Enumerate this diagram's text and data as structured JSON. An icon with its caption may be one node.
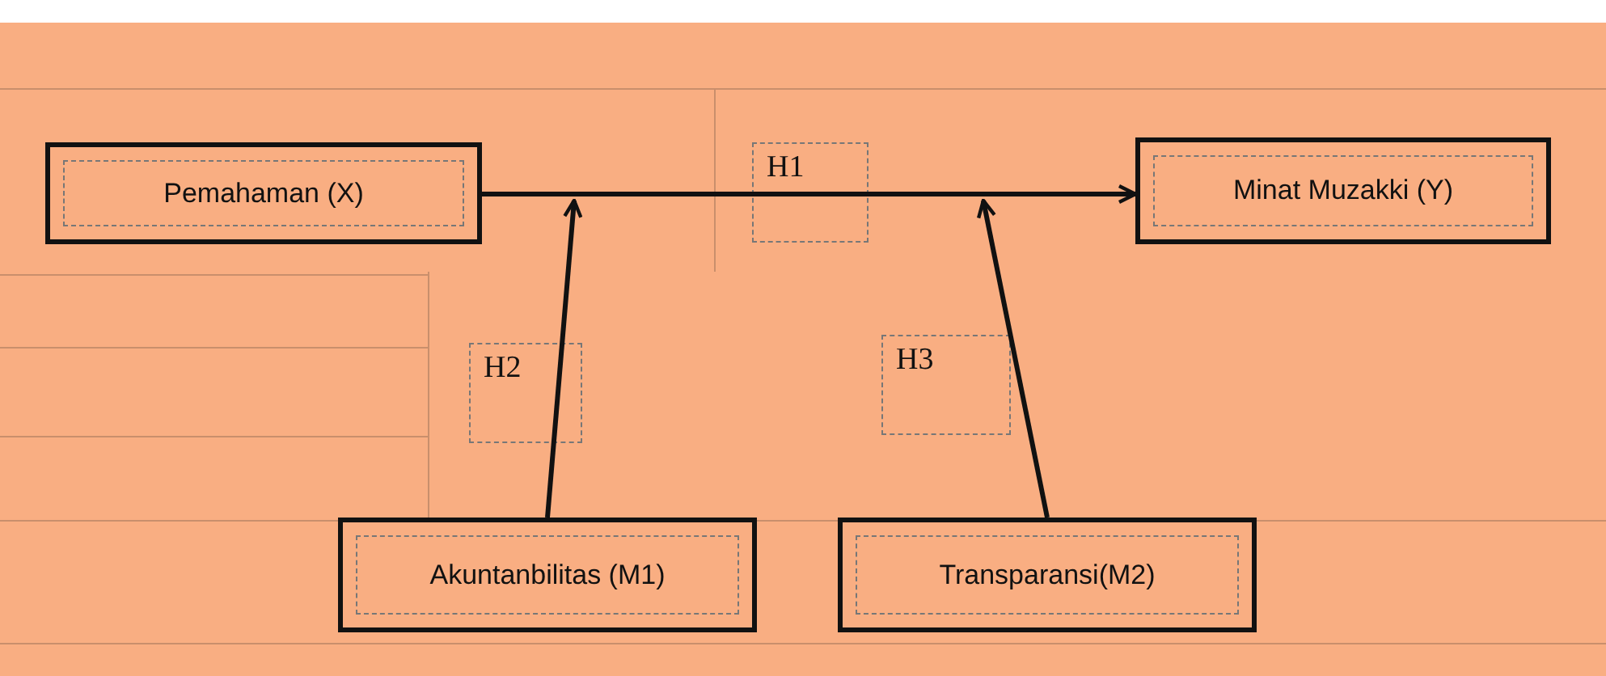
{
  "diagram": {
    "nodes": [
      {
        "text": [
          "Pemahaman (X)"
        ]
      },
      {
        "text": [
          "Minat Muzakki (Y)"
        ]
      },
      {
        "text": [
          "Akuntanbilitas (M1)"
        ]
      },
      {
        "text": [
          "Transparansi(M2)"
        ]
      }
    ],
    "edges": [
      {
        "from": 0,
        "to": 1,
        "arrow": "to",
        "label": "H1"
      },
      {
        "from": 2,
        "to": null,
        "arrow": "to",
        "label": "H2"
      },
      {
        "from": 3,
        "to": null,
        "arrow": "to",
        "label": "H3"
      }
    ]
  }
}
